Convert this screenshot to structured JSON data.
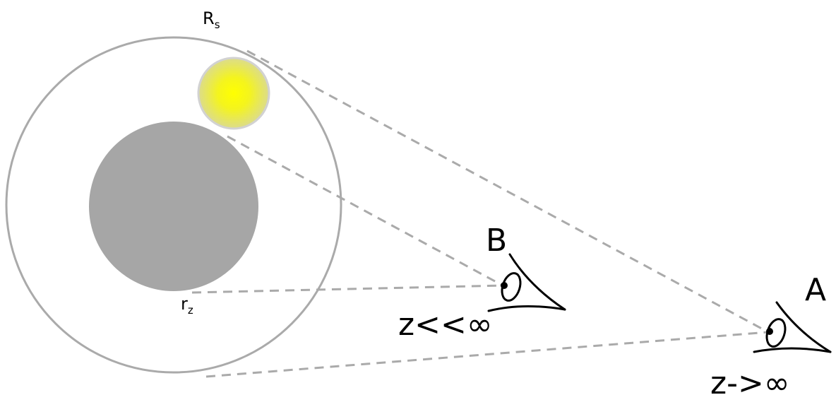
{
  "labels": {
    "outer_radius_main": "R",
    "outer_radius_sub": "s",
    "inner_radius_main": "r",
    "inner_radius_sub": "z",
    "observer_b": "B",
    "observer_a": "A",
    "condition_b": "z<<∞",
    "condition_a": "z->∞"
  },
  "icons": {
    "observer_b_icon": "eye-icon",
    "observer_a_icon": "eye-icon"
  },
  "colors": {
    "outer_circle_stroke": "#aaaaaa",
    "inner_disk_fill": "#a6a6a6",
    "source_core": "#ffff00",
    "source_edge": "#d2d2a0",
    "sight_lines": "#aaaaaa",
    "ink": "#000000"
  }
}
